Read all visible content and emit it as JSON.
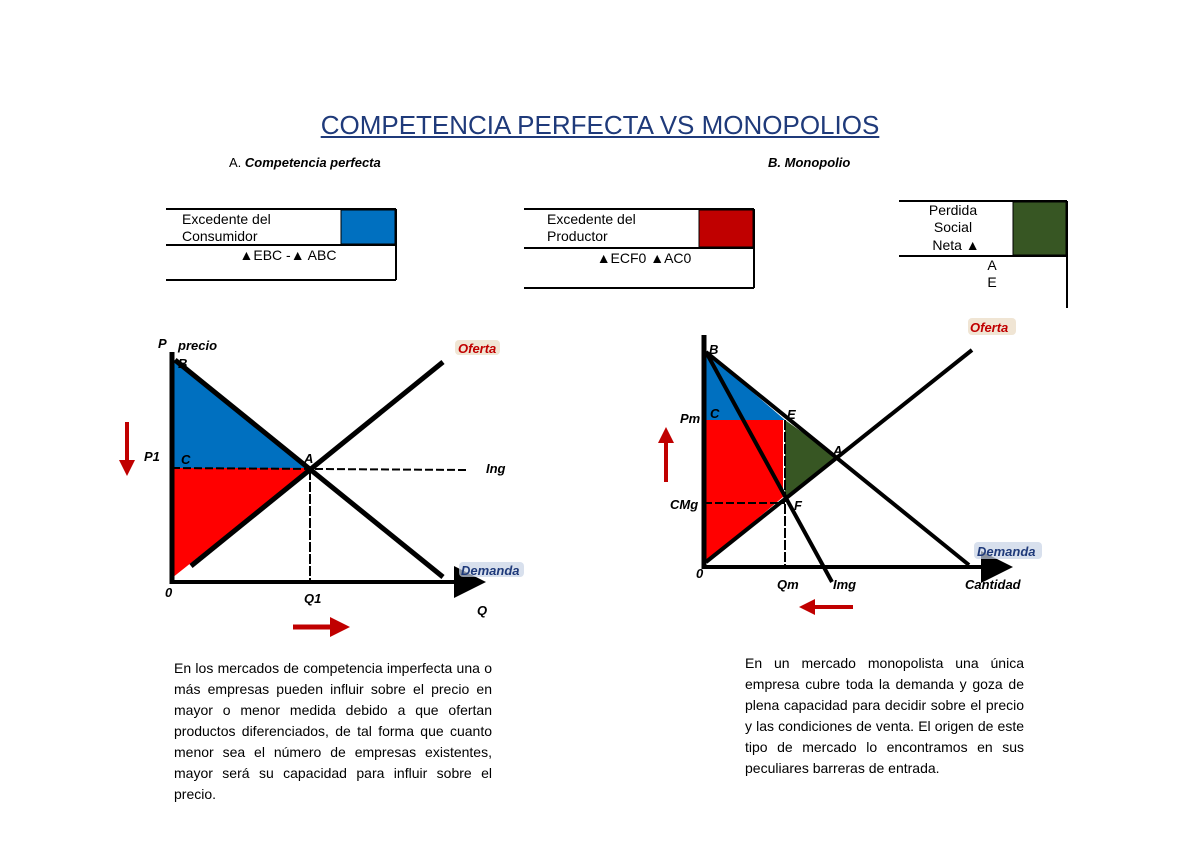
{
  "title": "COMPETENCIA PERFECTA VS MONOPOLIOS",
  "section_a": {
    "prefix": "A.",
    "title": "Competencia perfecta"
  },
  "section_b": {
    "title": "B. Monopolio"
  },
  "legend_boxes": [
    {
      "line1": "Excedente del",
      "line2": "Consumidor",
      "formula": "▲EBC -▲ ABC",
      "color": "#0070c0"
    },
    {
      "line1": "Excedente del",
      "line2": "Productor",
      "formula": "▲ECF0 ▲AC0",
      "color": "#c00000"
    },
    {
      "line1": "Perdida",
      "line2": "Social",
      "line3": "Neta ▲",
      "formula_line1": "A",
      "formula_line2": "E",
      "color": "#375623"
    }
  ],
  "chart_left": {
    "y_label": "P",
    "y_sublabel": "precio",
    "point_b": "B",
    "price_label": "P1",
    "point_c": "C",
    "point_a": "A",
    "ing_label": "Ing",
    "supply_label": "Oferta",
    "demand_label": "Demanda",
    "origin": "0",
    "q_label": "Q1",
    "x_label": "Q",
    "arrows": [
      "down",
      "right"
    ]
  },
  "chart_right": {
    "point_b": "B",
    "price_label": "Pm",
    "point_c": "C",
    "point_e": "E",
    "point_a": "A",
    "cost_label": "CMg",
    "point_f": "F",
    "origin": "0",
    "q_label": "Qm",
    "img_label": "Img",
    "x_label": "Cantidad",
    "supply_label": "Oferta",
    "demand_label": "Demanda",
    "arrows": [
      "up",
      "left"
    ]
  },
  "colors": {
    "consumer_surplus": "#0070c0",
    "producer_surplus": "#ff0000",
    "deadweight_loss": "#375623",
    "arrow": "#c00000",
    "title": "#1f3a7a"
  },
  "text_left": "En los mercados de competencia imperfecta una o más empresas pueden influir sobre el precio en mayor o menor medida debido a que ofertan productos diferenciados, de tal forma que cuanto menor sea el número de empresas existentes, mayor será su capacidad para influir sobre el precio.",
  "text_right": "En un mercado monopolista una única empresa cubre toda la demanda y goza de plena capacidad para decidir sobre el precio y las condiciones de venta. El origen de este tipo de mercado lo encontramos en sus peculiares barreras de entrada."
}
